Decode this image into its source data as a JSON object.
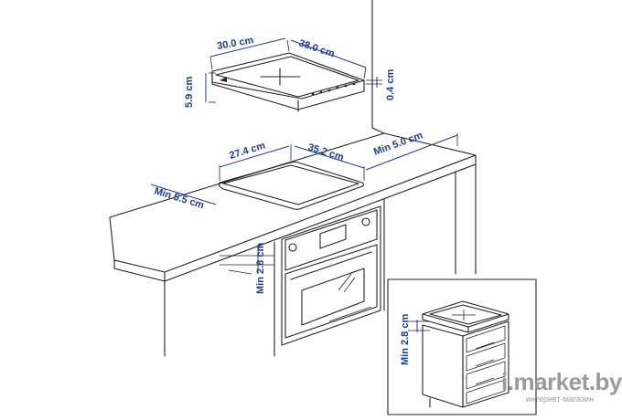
{
  "dimensions": {
    "hob_depth": "30.0 cm",
    "hob_width": "38.0 cm",
    "hob_height": "5.9 cm",
    "hob_rim": "0.4 cm",
    "cutout_depth": "27.4 cm",
    "cutout_width": "35.2 cm",
    "min_back": "Min 5.0 cm",
    "min_side": "Min 5.5 cm",
    "min_below_oven": "Min 2.8 cm",
    "min_below_drawers": "Min 2.8 cm"
  },
  "watermark": {
    "brand": "i.market.by",
    "sub": "интернет-магазин"
  },
  "colors": {
    "dimension": "#1f3c88",
    "line": "#222222",
    "watermark": "#9a9a9a"
  }
}
